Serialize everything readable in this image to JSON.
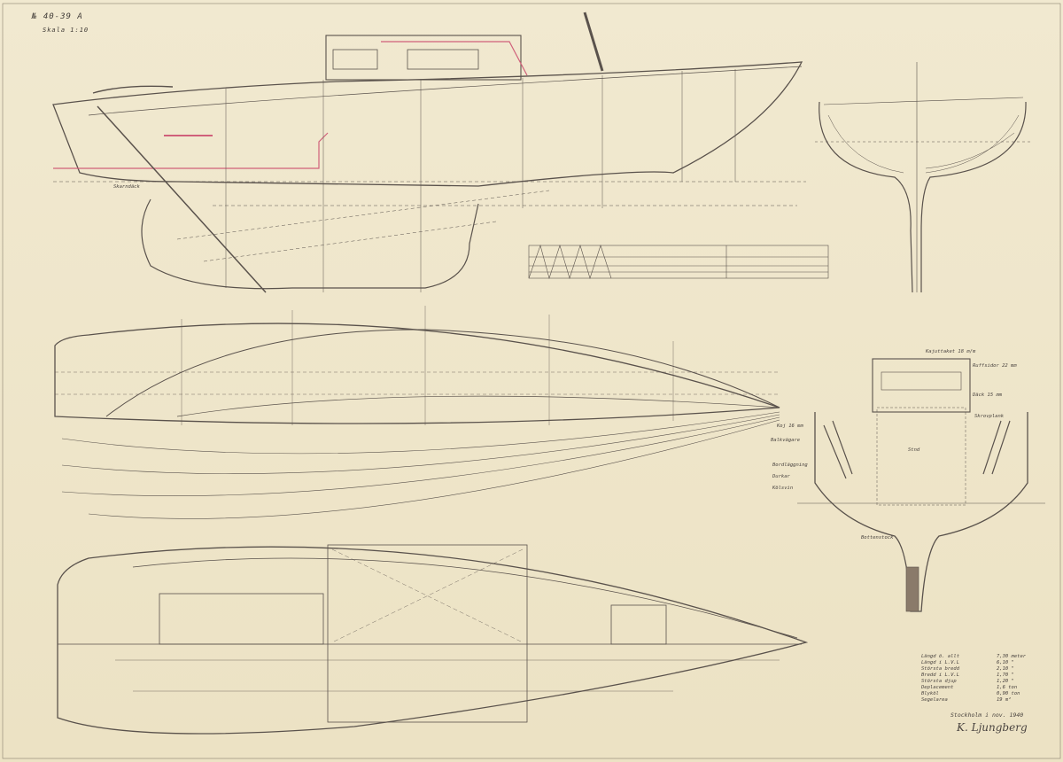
{
  "title": {
    "drawing_no": "№ 40-39 A",
    "scale": "Skala 1:10"
  },
  "labels": {
    "sheer_label": "Skarndäck",
    "cabin_top": "Kajuttaket 18 m/m",
    "cabin_side": "Ruffsidor 22 mm",
    "deck": "Däck 15 mm",
    "cockpit": "Skrovplank",
    "bunk": "Koj 16 mm",
    "beam": "Balkvägare",
    "planking": "Bordläggning",
    "floor": "Durkar",
    "keelson": "Kölsvin",
    "bottom": "Bottenstock",
    "height": "Stnd"
  },
  "specifications": [
    {
      "label": "Längd ö. allt",
      "value": "7,30 meter"
    },
    {
      "label": "Längd i L.V.L",
      "value": "6,10 \""
    },
    {
      "label": "Största bredd",
      "value": "2,10 \""
    },
    {
      "label": "Bredd i L.V.L",
      "value": "1,70 \""
    },
    {
      "label": "Största djup",
      "value": "1,20 \""
    },
    {
      "label": "Deplacement",
      "value": "1,6 ton"
    },
    {
      "label": "Blyköl",
      "value": "0,90 ton"
    },
    {
      "label": "Segelarea",
      "value": "19 m²"
    }
  ],
  "signature": {
    "place_date": "Stockholm i nov. 1940",
    "name": "K. Ljungberg"
  },
  "colors": {
    "paper": "#efe6cc",
    "ink": "#4a4440",
    "red": "#d0607a"
  }
}
